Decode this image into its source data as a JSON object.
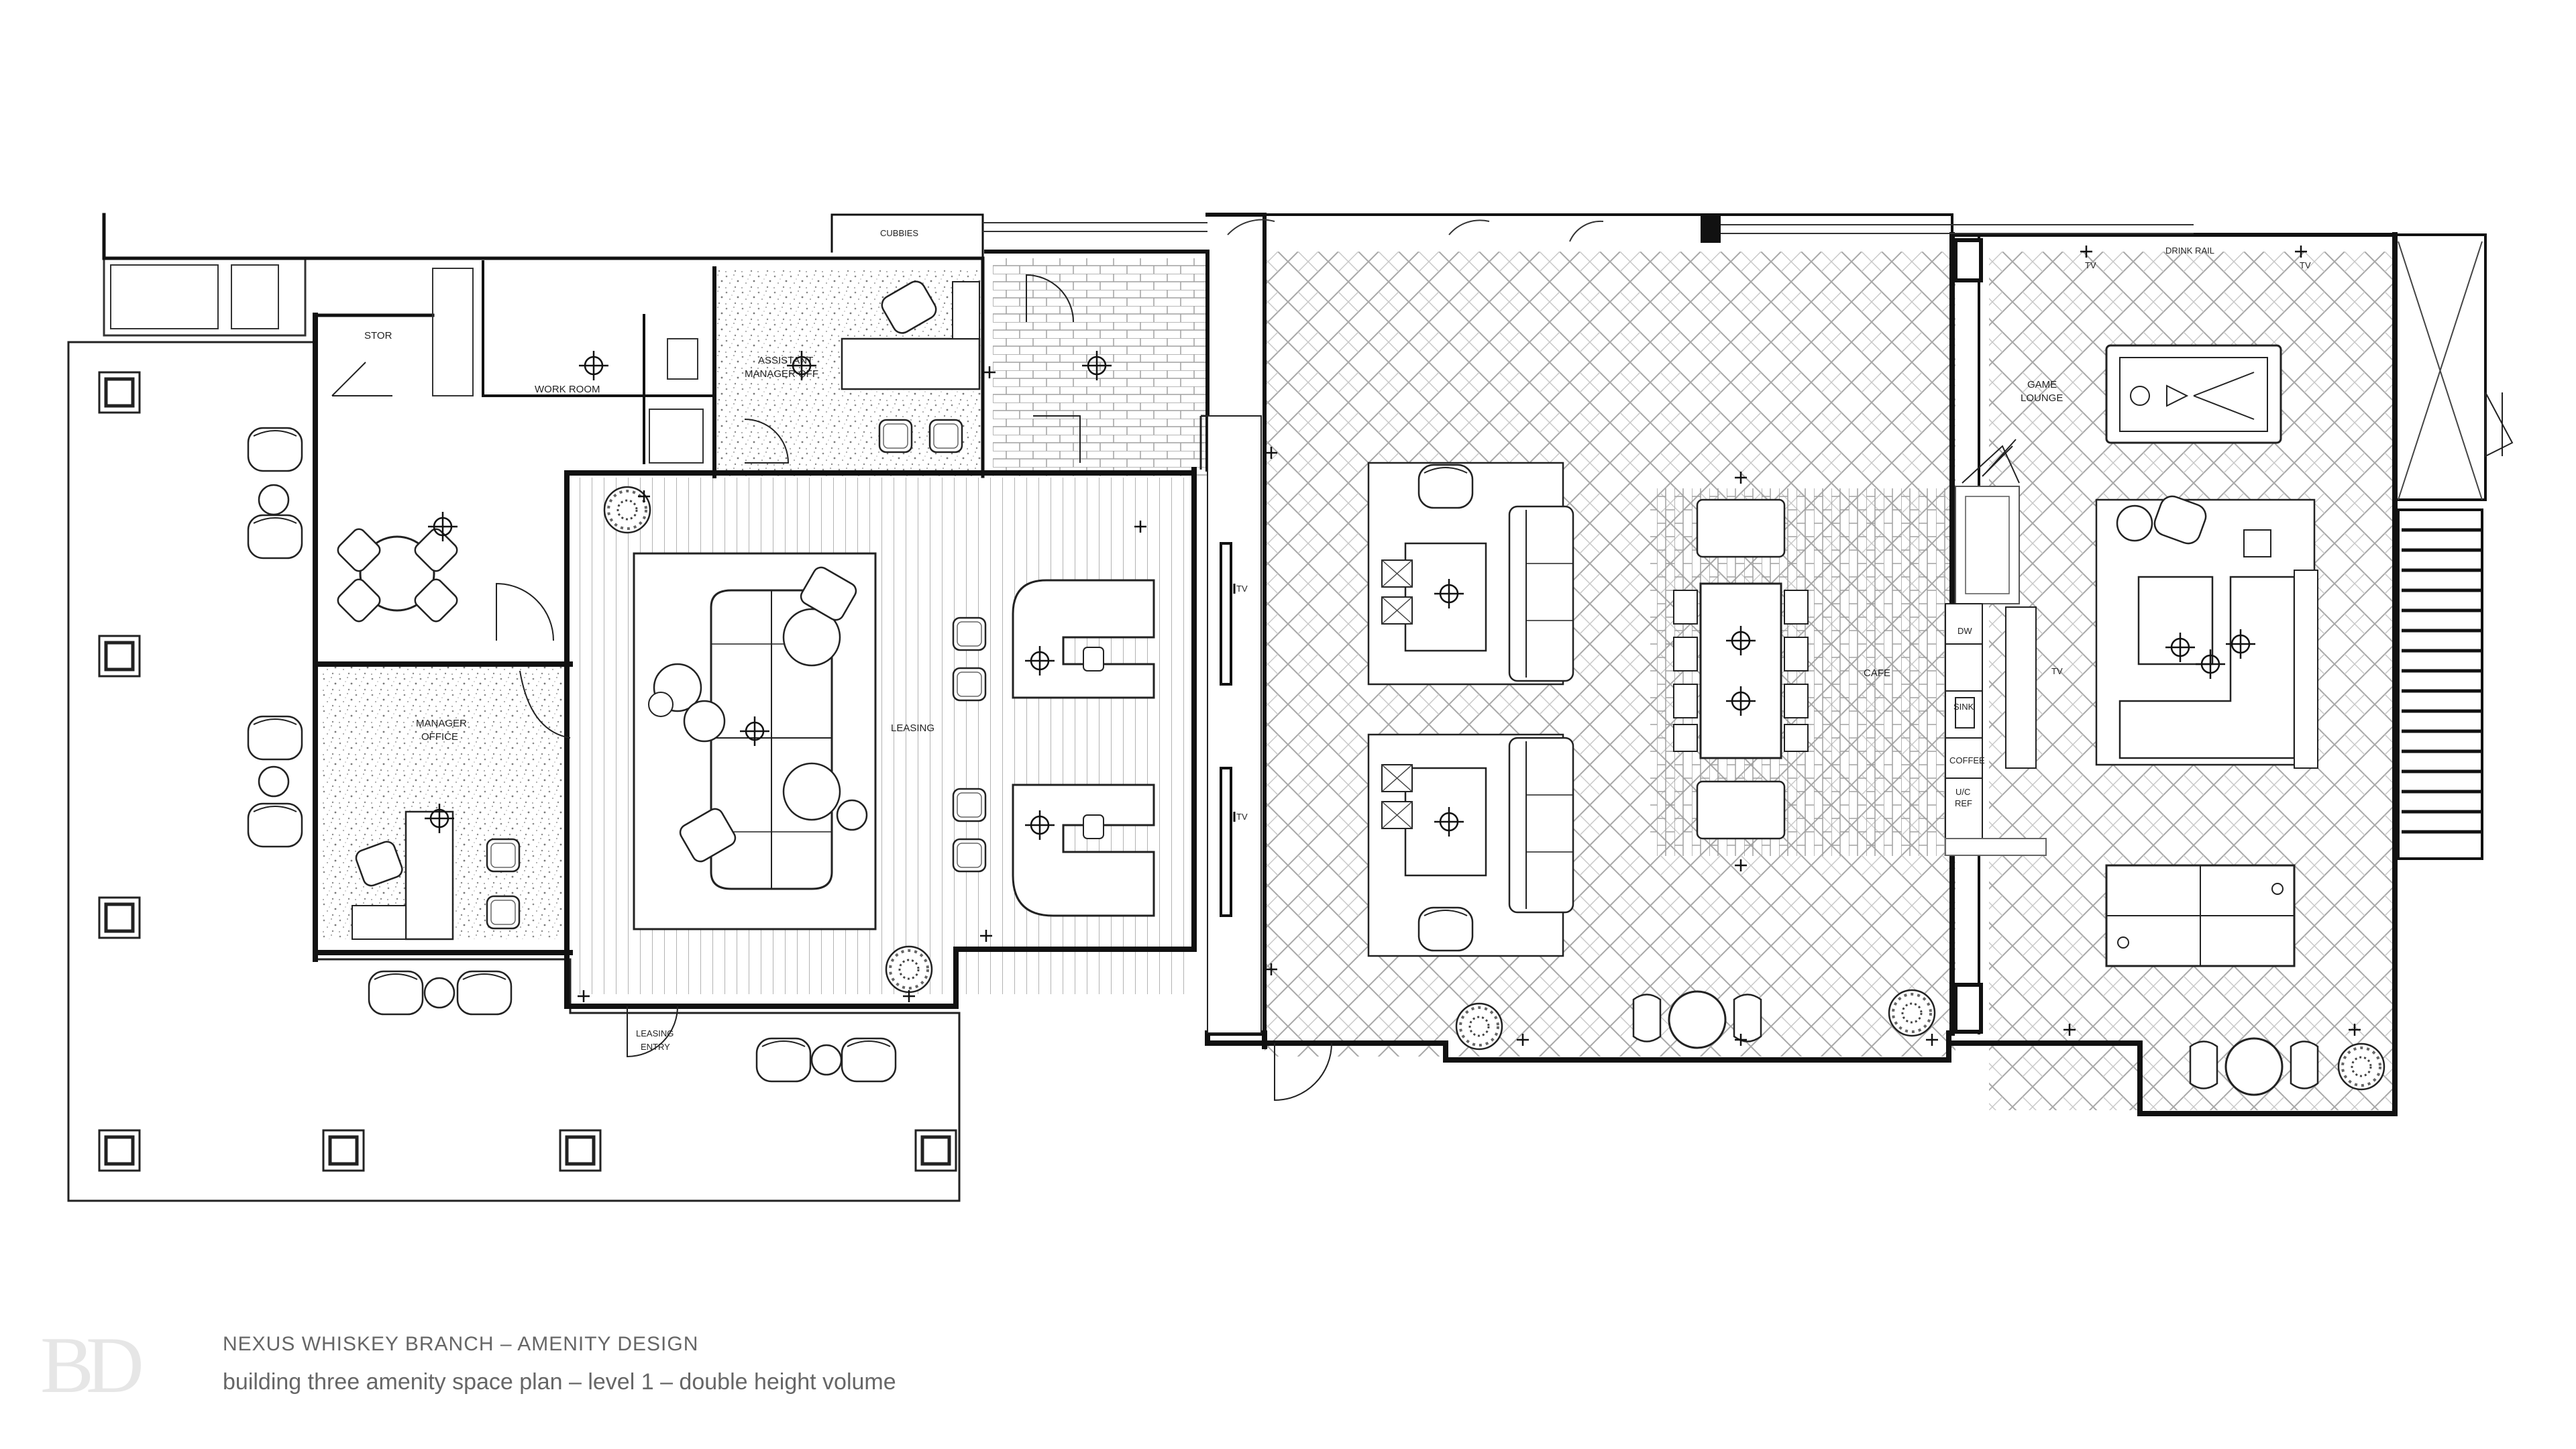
{
  "rooms": {
    "stor": "STOR",
    "work_room": "WORK ROOM",
    "assistant_manager_off_line1": "ASSISTANT",
    "assistant_manager_off_line2": "MANAGER OFF",
    "cubbies": "CUBBIES",
    "manager_office_line1": "MANAGER",
    "manager_office_line2": "OFFICE",
    "leasing": "LEASING",
    "leasing_entry_line1": "LEASING",
    "leasing_entry_line2": "ENTRY",
    "cafe": "CAFE",
    "game_lounge_line1": "GAME",
    "game_lounge_line2": "LOUNGE",
    "drink_rail": "DRINK RAIL"
  },
  "appliances": {
    "dw": "DW",
    "sink": "SINK",
    "coffee": "COFFEE",
    "uc_ref_line1": "U/C",
    "uc_ref_line2": "REF"
  },
  "tv_labels": {
    "tv": "TV"
  },
  "footer": {
    "logo": "BD",
    "title": "NEXUS WHISKEY BRANCH – AMENITY DESIGN",
    "subtitle": "building three amenity space plan – level 1 – double height volume"
  },
  "colors": {
    "wall": "#111111",
    "line": "#333333",
    "hatch": "#9a9a9a",
    "logo": "#e6e6e6",
    "footer_text": "#666666"
  }
}
